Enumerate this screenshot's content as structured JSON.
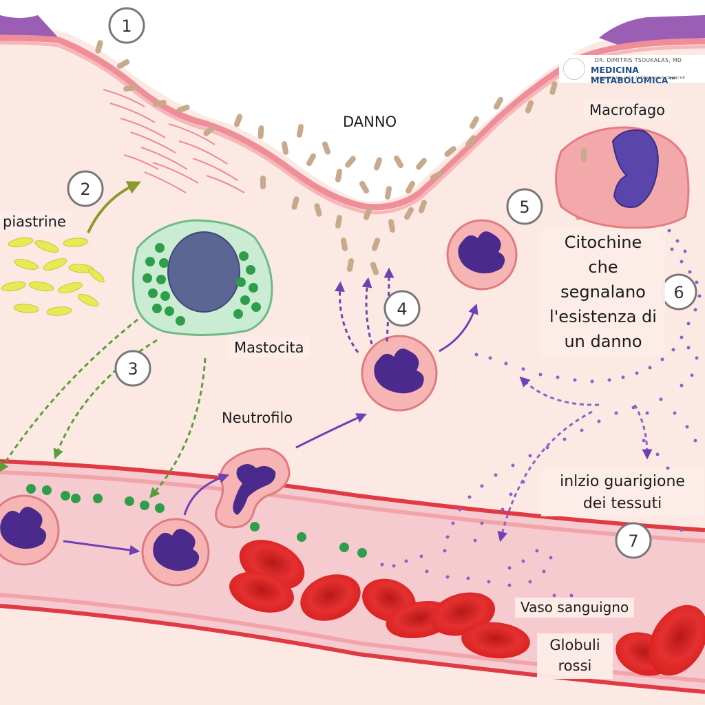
{
  "logo": {
    "line1": "DR. DIMITRIS TSOUKALAS, MD",
    "line2": "MEDICINA METABOLOMICA™",
    "line3": "CLINICA PER MALATTIE AUTOIMMUNI E CRONICHE",
    "icon": "caduceus-icon"
  },
  "labels": {
    "danno": "DANNO",
    "piastrine": "piastrine",
    "mastocita": "Mastocita",
    "neutrofilo": "Neutrofilo",
    "macrofago": "Macrofago",
    "citochine": [
      "Citochine",
      "che",
      "segnalano",
      "l'esistenza di",
      "un danno"
    ],
    "guarigione": [
      "inlzio guarigione",
      "dei tessuti"
    ],
    "vaso": "Vaso sanguigno",
    "globuli": [
      "Globuli",
      "rossi"
    ]
  },
  "steps": [
    "1",
    "2",
    "3",
    "4",
    "5",
    "6",
    "7"
  ],
  "colors": {
    "tissue": "#fbe4df",
    "skin_edge": "#ef8e98",
    "bacteria": "#c8a98c",
    "neutrophil_nucleus": "#4a2a8c",
    "platelet": "#e8ea55",
    "mast_granule": "#2f9e4a",
    "red_cell": "#e32b2b",
    "arrow_purple": "#6f3fb5",
    "arrow_green": "#5a9e3a",
    "arrow_olive": "#8a9a2e"
  }
}
